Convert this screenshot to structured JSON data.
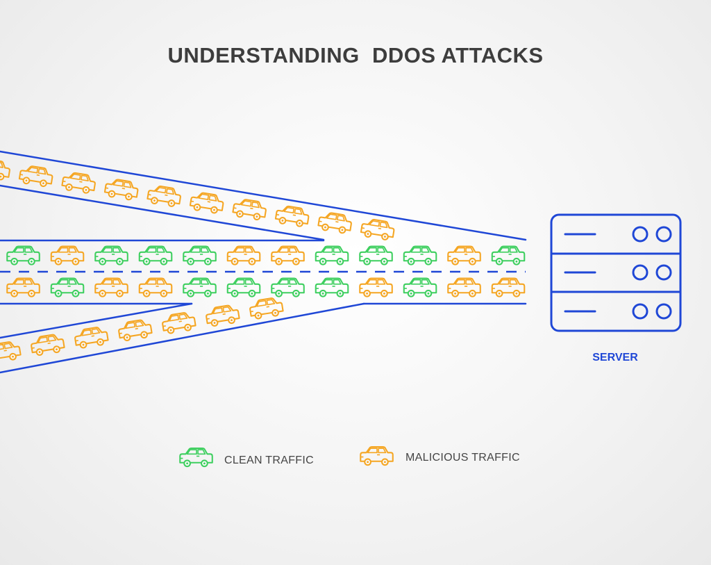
{
  "title": "UNDERSTANDING  DDOS ATTACKS",
  "server": {
    "label": "SERVER",
    "icon": "server-icon"
  },
  "legend": [
    {
      "label": "CLEAN TRAFFIC",
      "icon": "car-icon",
      "color": "#3ecf5f"
    },
    {
      "label": "MALICIOUS TRAFFIC",
      "icon": "car-icon",
      "color": "#f5a623"
    }
  ],
  "colors": {
    "road": "#1f47d6",
    "server": "#1f47d6",
    "clean": "#3ecf5f",
    "malicious": "#f5a623",
    "title": "#3d3d3d"
  },
  "traffic": {
    "main_top_lane": [
      "clean",
      "malicious",
      "clean",
      "clean",
      "clean",
      "malicious",
      "malicious",
      "clean",
      "clean",
      "clean",
      "malicious",
      "clean"
    ],
    "main_bottom_lane": [
      "malicious",
      "clean",
      "malicious",
      "malicious",
      "clean",
      "clean",
      "clean",
      "clean",
      "malicious",
      "clean",
      "malicious",
      "malicious"
    ],
    "upper_road_cars": 10,
    "lower_road_cars": 7
  }
}
